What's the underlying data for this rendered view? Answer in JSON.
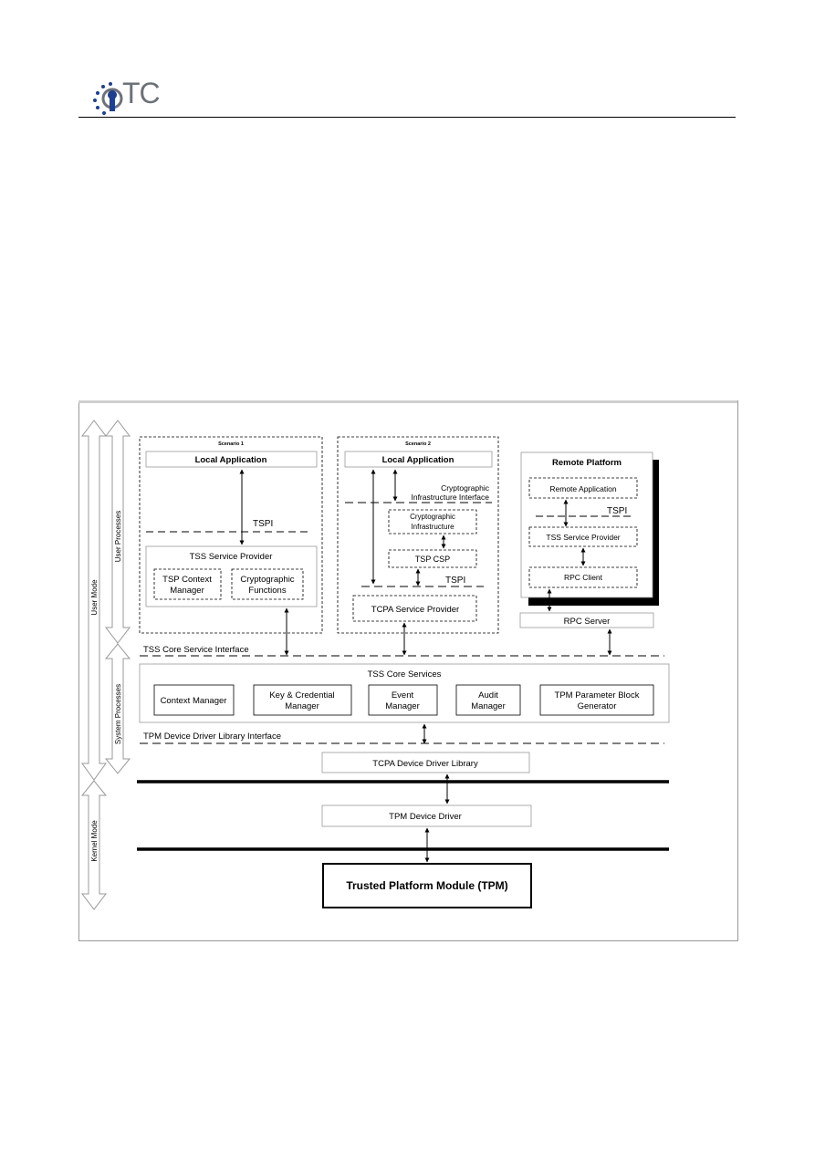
{
  "header": {
    "logo_text": "TC"
  },
  "diagram": {
    "side_labels": {
      "user_mode": "User Mode",
      "user_processes": "User Processes",
      "system_processes": "System Processes",
      "kernel_mode": "Kernel Mode"
    },
    "scenario1": {
      "title": "Scenario 1",
      "local_application": "Local Application",
      "tspi": "TSPI",
      "tss_service_provider": "TSS Service Provider",
      "tsp_context_manager": [
        "TSP Context",
        "Manager"
      ],
      "cryptographic_functions": [
        "Cryptographic",
        "Functions"
      ]
    },
    "scenario2": {
      "title": "Scenario 2",
      "local_application": "Local Application",
      "crypto_interface": [
        "Cryptographic",
        "Infrastructure Interface"
      ],
      "crypto_infrastructure": [
        "Cryptographic",
        "Infrastructure"
      ],
      "tsp_csp": "TSP CSP",
      "tspi": "TSPI",
      "tcpa_service_provider": "TCPA Service Provider"
    },
    "remote": {
      "title": "Remote Platform",
      "remote_application": "Remote Application",
      "tspi": "TSPI",
      "tss_service_provider": "TSS Service Provider",
      "rpc_client": "RPC Client",
      "rpc_server": "RPC Server"
    },
    "tss_core_service_interface": "TSS Core Service Interface",
    "tss_core_services": {
      "title": "TSS Core Services",
      "context_manager": "Context Manager",
      "key_credential_manager": [
        "Key & Credential",
        "Manager"
      ],
      "event_manager": [
        "Event",
        "Manager"
      ],
      "audit_manager": [
        "Audit",
        "Manager"
      ],
      "tpm_parameter_block_generator": [
        "TPM Parameter Block",
        "Generator"
      ]
    },
    "tpm_ddl_interface": "TPM Device Driver Library Interface",
    "tcpa_device_driver_library": "TCPA Device Driver Library",
    "tpm_device_driver": "TPM Device Driver",
    "tpm": "Trusted Platform Module (TPM)"
  }
}
